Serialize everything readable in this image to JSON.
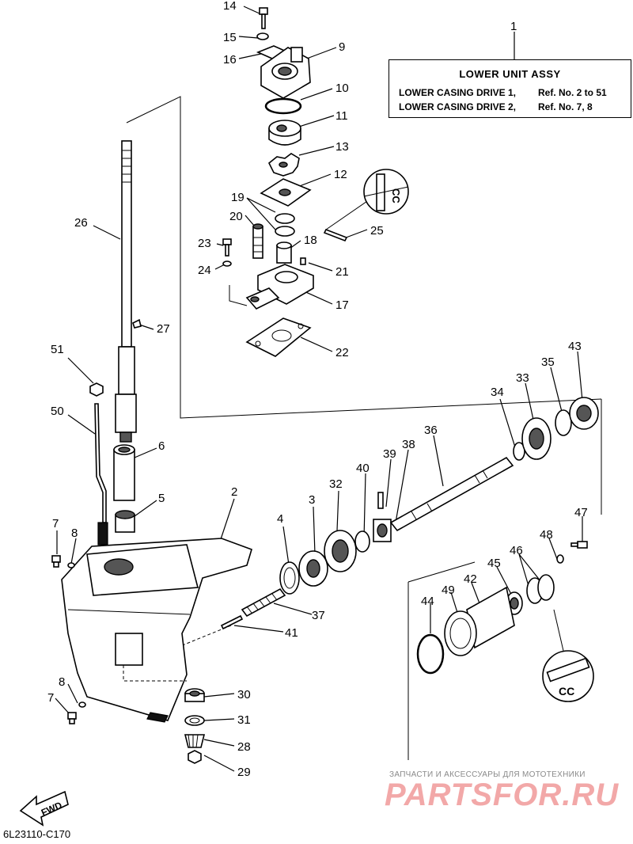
{
  "title_box": {
    "title": "LOWER UNIT ASSY",
    "rows": [
      {
        "label": "LOWER CASING DRIVE 1,",
        "ref": "Ref. No. 2 to 51"
      },
      {
        "label": "LOWER CASING DRIVE 2,",
        "ref": "Ref. No. 7, 8"
      }
    ]
  },
  "title_callout": "1",
  "callouts": [
    "14",
    "15",
    "16",
    "9",
    "10",
    "11",
    "13",
    "12",
    "19",
    "20",
    "18",
    "25",
    "23",
    "24",
    "21",
    "17",
    "22",
    "26",
    "27",
    "51",
    "50",
    "6",
    "5",
    "2",
    "7",
    "8",
    "3",
    "4",
    "32",
    "40",
    "39",
    "38",
    "36",
    "34",
    "33",
    "35",
    "43",
    "47",
    "48",
    "46",
    "45",
    "42",
    "49",
    "44",
    "37",
    "41",
    "30",
    "31",
    "28",
    "29"
  ],
  "fwd_label": "FWD",
  "inset_label": "CC",
  "doc_code": "6L23110-C170",
  "watermark": {
    "small": "ЗАПЧАСТИ И АКСЕССУАРЫ ДЛЯ МОТОТЕХНИКИ",
    "big": "PARTSFOR.RU"
  }
}
